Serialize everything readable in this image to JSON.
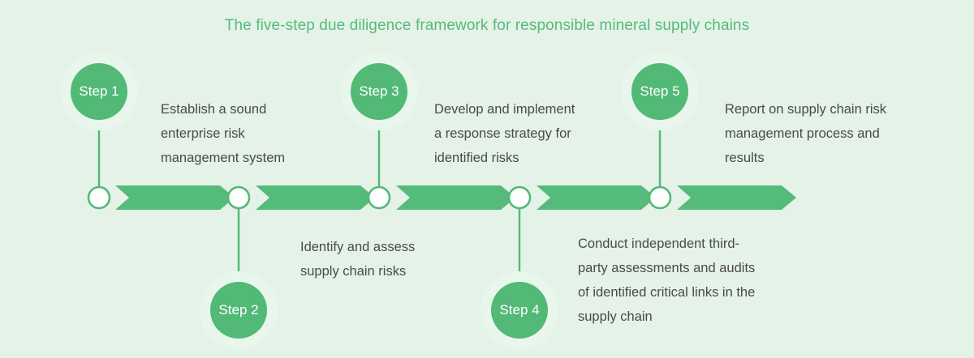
{
  "title": "The five-step due diligence framework for responsible mineral supply chains",
  "colors": {
    "background": "#e4f2e7",
    "accent_green": "#55bb7a",
    "badge_green": "#52b977",
    "halo_green": "#e9f6ec",
    "node_fill": "#ffffff",
    "text_gray": "#4a4a4a"
  },
  "chart_data": {
    "type": "diagram",
    "title": "The five-step due diligence framework for responsible mineral supply chains",
    "steps": [
      {
        "badge": "Step 1",
        "description": "Establish a sound enterprise risk management system",
        "lines": [
          "Establish a sound",
          "enterprise risk",
          "management system"
        ],
        "position": "above"
      },
      {
        "badge": "Step 2",
        "description": "Identify and assess supply chain risks",
        "lines": [
          "Identify and assess",
          "supply chain risks"
        ],
        "position": "below"
      },
      {
        "badge": "Step 3",
        "description": "Develop and implement a response strategy for identified risks",
        "lines": [
          "Develop and implement",
          "a response strategy for",
          "identified risks"
        ],
        "position": "above"
      },
      {
        "badge": "Step 4",
        "description": "Conduct independent third-party assessments and audits of identified critical links in the supply chain",
        "lines": [
          "Conduct independent third-",
          "party assessments and audits",
          "of identified critical links in the",
          "supply chain"
        ],
        "position": "below"
      },
      {
        "badge": "Step 5",
        "description": "Report on supply chain risk management process and results",
        "lines": [
          "Report on supply chain risk",
          "management process and",
          "results"
        ],
        "position": "above"
      }
    ]
  }
}
